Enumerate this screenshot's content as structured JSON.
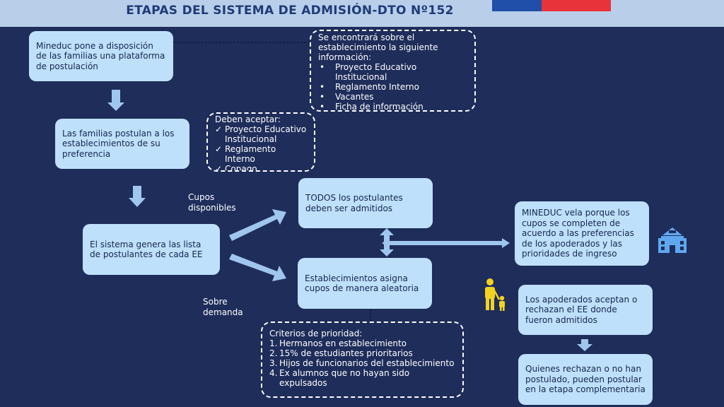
{
  "header": {
    "title": "ETAPAS DEL SISTEMA DE ADMISIÓN-DTO Nº152"
  },
  "nodes": {
    "platform": "Mineduc pone a disposición de las familias una plataforma de postulación",
    "families_apply": "Las familias postulan a los establecimientos de su preferencia",
    "system_list": "El sistema genera las lista de postulantes de cada EE",
    "all_admitted": "TODOS los postulantes deben ser admitidos",
    "random_assign": "Establecimientos asigna cupos de manera aleatoria",
    "mineduc_watch": "MINEDUC vela porque los cupos se completen de acuerdo a las preferencias de los apoderados y las prioridades de ingreso",
    "guardians_accept": "Los apoderados aceptan o rechazan el EE donde fueron admitidos",
    "complementary": "Quienes rechazan o no han postulado, pueden postular en la etapa complementaria"
  },
  "info_box": {
    "intro": "Se encontrará sobre el establecimiento la siguiente información:",
    "bullet": "•",
    "items": [
      "Proyecto Educativo Institucional",
      "Reglamento Interno",
      "Vacantes",
      "Ficha de información"
    ]
  },
  "accept_box": {
    "intro": "Deben aceptar:",
    "check": "✓",
    "items": [
      "Proyecto Educativo Institucional",
      "Reglamento Interno",
      "Copago"
    ]
  },
  "criteria_box": {
    "intro": "Criterios de prioridad:",
    "items": [
      {
        "num": "1.",
        "text": "Hermanos en establecimiento"
      },
      {
        "num": "2.",
        "text": "15% de estudiantes prioritarios"
      },
      {
        "num": "3.",
        "text": "Hijos de funcionarios del establecimiento"
      },
      {
        "num": "4.",
        "text": "Ex alumnos que no hayan sido expulsados"
      }
    ]
  },
  "labels": {
    "available": "Cupos disponibles",
    "demand": "Sobre demanda"
  },
  "colors": {
    "background": "#1e2d5a",
    "box": "#bfe0fb",
    "arrow": "#9fc6ee",
    "icon_yellow": "#f2d21f"
  },
  "icons": [
    "school-icon",
    "parent-child-icon"
  ]
}
